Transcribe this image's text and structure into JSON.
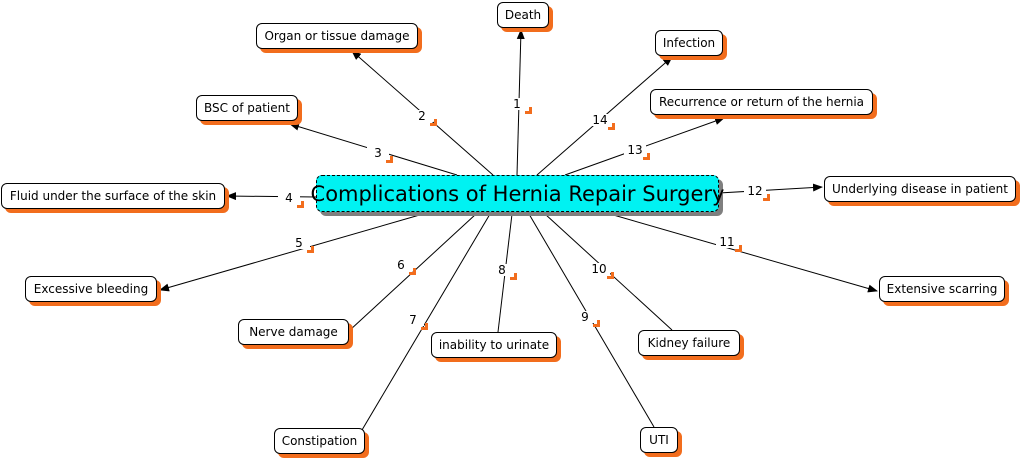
{
  "colors": {
    "center_fill": "#00f2f2",
    "shadow": "#f26d1d",
    "line": "#000000"
  },
  "center": {
    "label": "Complications of Hernia Repair Surgery"
  },
  "nodes": [
    {
      "id": "death",
      "label": "Death",
      "edge": "1",
      "arrow": true
    },
    {
      "id": "organ",
      "label": "Organ or tissue damage",
      "edge": "2",
      "arrow": true
    },
    {
      "id": "bsc",
      "label": "BSC of patient",
      "edge": "3",
      "arrow": true
    },
    {
      "id": "fluid",
      "label": "Fluid under the surface of the skin",
      "edge": "4",
      "arrow": true
    },
    {
      "id": "bleeding",
      "label": "Excessive bleeding",
      "edge": "5",
      "arrow": true
    },
    {
      "id": "nerve",
      "label": "Nerve damage",
      "edge": "6",
      "arrow": false
    },
    {
      "id": "constipation",
      "label": "Constipation",
      "edge": "7",
      "arrow": false
    },
    {
      "id": "urinate",
      "label": "inability to urinate",
      "edge": "8",
      "arrow": false
    },
    {
      "id": "uti",
      "label": "UTI",
      "edge": "9",
      "arrow": false
    },
    {
      "id": "kidney",
      "label": "Kidney failure",
      "edge": "10",
      "arrow": false
    },
    {
      "id": "scarring",
      "label": "Extensive scarring",
      "edge": "11",
      "arrow": true
    },
    {
      "id": "underlying",
      "label": "Underlying disease in patient",
      "edge": "12",
      "arrow": true
    },
    {
      "id": "recurrence",
      "label": "Recurrence or return of the hernia",
      "edge": "13",
      "arrow": true
    },
    {
      "id": "infection",
      "label": "Infection",
      "edge": "14",
      "arrow": true
    }
  ]
}
